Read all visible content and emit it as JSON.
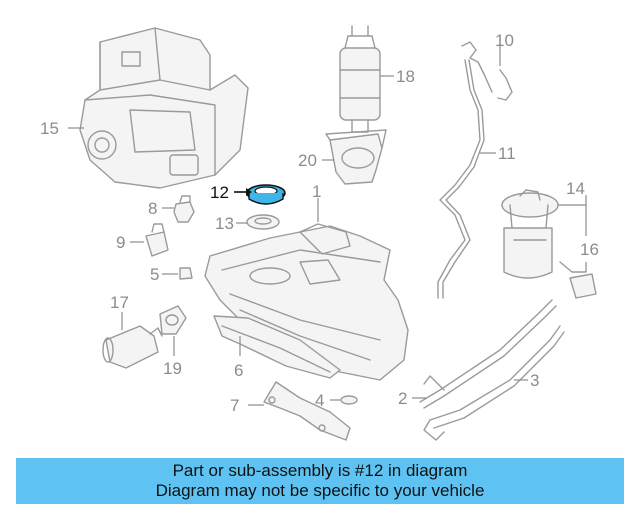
{
  "callouts": {
    "c1": "1",
    "c2": "2",
    "c3": "3",
    "c4": "4",
    "c5": "5",
    "c6": "6",
    "c7": "7",
    "c8": "8",
    "c9": "9",
    "c10": "10",
    "c11": "11",
    "c12": "12",
    "c13": "13",
    "c14": "14",
    "c15": "15",
    "c16": "16",
    "c17": "17",
    "c18": "18",
    "c19": "19",
    "c20": "20"
  },
  "highlight": {
    "part_number": "12",
    "color": "#3fb6e8"
  },
  "banner": {
    "line1": "Part or sub-assembly is #12 in diagram",
    "line2": "Diagram may not be specific to your vehicle",
    "background": "#5ec3f2"
  }
}
